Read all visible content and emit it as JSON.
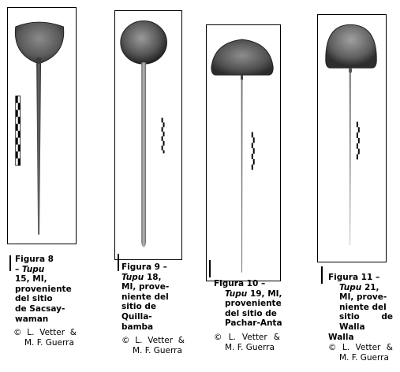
{
  "figures": [
    {
      "number": "Figura 8",
      "dash": "–",
      "tupu": "Tupu",
      "lines": [
        "15, MI,",
        "proveniente",
        "del sitio",
        "de Sacsay-",
        "waman"
      ],
      "credit": [
        "© L. Vetter &",
        "M. F. Guerra"
      ]
    },
    {
      "number": "Figura 9 –",
      "tupu": "Tupu",
      "lines_first": "18,",
      "lines": [
        "MI, prove-",
        "niente del",
        "sitio de",
        "Quilla-",
        "bamba"
      ],
      "credit": [
        "© L. Vetter &",
        "M. F. Guerra"
      ]
    },
    {
      "number": "Figura 10 –",
      "tupu": "Tupu",
      "lines_first": "19, MI,",
      "lines": [
        "proveniente",
        "del sitio de",
        "Pachar-Anta"
      ],
      "credit": [
        "© L. Vetter &",
        "M. F. Guerra"
      ]
    },
    {
      "number": "Figura 11 –",
      "tupu": "Tupu",
      "lines_first": "21,",
      "lines": [
        "MI, prove-",
        "niente del",
        "sitio de",
        "Walla Walla"
      ],
      "credit": [
        "© L. Vetter &",
        "M. F. Guerra"
      ]
    }
  ]
}
